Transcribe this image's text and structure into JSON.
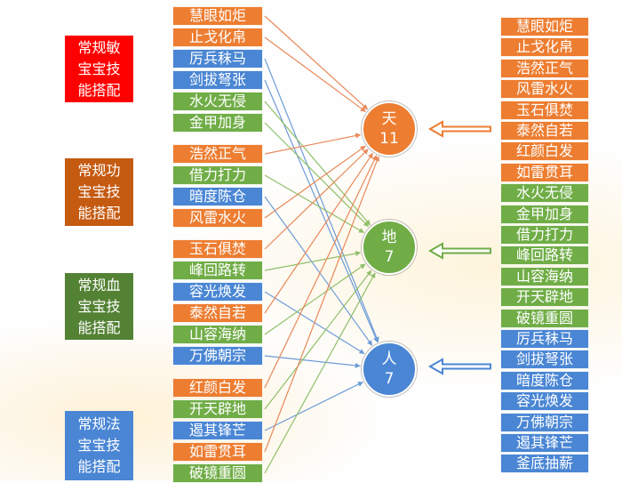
{
  "categories": [
    {
      "label": "常规敏宝宝技能搭配",
      "lines": [
        "常规敏",
        "宝宝技",
        "能搭配"
      ],
      "color": "#ff0000"
    },
    {
      "label": "常规功宝宝技能搭配",
      "lines": [
        "常规功",
        "宝宝技",
        "能搭配"
      ],
      "color": "#c55a11"
    },
    {
      "label": "常规血宝宝技能搭配",
      "lines": [
        "常规血",
        "宝宝技",
        "能搭配"
      ],
      "color": "#548235"
    },
    {
      "label": "常规法宝宝技能搭配",
      "lines": [
        "常规法",
        "宝宝技",
        "能搭配"
      ],
      "color": "#4a86d4"
    }
  ],
  "left_skills": [
    {
      "label": "慧眼如炬",
      "type": "orange",
      "target": "天"
    },
    {
      "label": "止戈化帛",
      "type": "orange",
      "target": "天"
    },
    {
      "label": "厉兵秣马",
      "type": "blue",
      "target": "人"
    },
    {
      "label": "剑拔弩张",
      "type": "blue",
      "target": "人"
    },
    {
      "label": "水火无侵",
      "type": "green",
      "target": "地"
    },
    {
      "label": "金甲加身",
      "type": "green",
      "target": "地"
    },
    {
      "label": "浩然正气",
      "type": "orange",
      "target": "天"
    },
    {
      "label": "借力打力",
      "type": "green",
      "target": "地"
    },
    {
      "label": "暗度陈仓",
      "type": "blue",
      "target": "人"
    },
    {
      "label": "风雷水火",
      "type": "orange",
      "target": "天"
    },
    {
      "label": "玉石俱焚",
      "type": "orange",
      "target": "天"
    },
    {
      "label": "峰回路转",
      "type": "green",
      "target": "地"
    },
    {
      "label": "容光焕发",
      "type": "blue",
      "target": "人"
    },
    {
      "label": "泰然自若",
      "type": "orange",
      "target": "天"
    },
    {
      "label": "山容海纳",
      "type": "green",
      "target": "地"
    },
    {
      "label": "万佛朝宗",
      "type": "blue",
      "target": "人"
    },
    {
      "label": "红颜白发",
      "type": "orange",
      "target": "天"
    },
    {
      "label": "开天辟地",
      "type": "green",
      "target": "地"
    },
    {
      "label": "遏其锋芒",
      "type": "blue",
      "target": "人"
    },
    {
      "label": "如雷贯耳",
      "type": "orange",
      "target": "天"
    },
    {
      "label": "破镜重圆",
      "type": "green",
      "target": "地"
    }
  ],
  "centers": [
    {
      "name": "天",
      "count": "11",
      "type": "orange"
    },
    {
      "name": "地",
      "count": "7",
      "type": "green"
    },
    {
      "name": "人",
      "count": "7",
      "type": "blue"
    }
  ],
  "right_skills": [
    {
      "label": "慧眼如炬",
      "type": "orange"
    },
    {
      "label": "止戈化帛",
      "type": "orange"
    },
    {
      "label": "浩然正气",
      "type": "orange"
    },
    {
      "label": "风雷水火",
      "type": "orange"
    },
    {
      "label": "玉石俱焚",
      "type": "orange"
    },
    {
      "label": "泰然自若",
      "type": "orange"
    },
    {
      "label": "红颜白发",
      "type": "orange"
    },
    {
      "label": "如雷贯耳",
      "type": "orange"
    },
    {
      "label": "水火无侵",
      "type": "green"
    },
    {
      "label": "金甲加身",
      "type": "green"
    },
    {
      "label": "借力打力",
      "type": "green"
    },
    {
      "label": "峰回路转",
      "type": "green"
    },
    {
      "label": "山容海纳",
      "type": "green"
    },
    {
      "label": "开天辟地",
      "type": "green"
    },
    {
      "label": "破镜重圆",
      "type": "green"
    },
    {
      "label": "厉兵秣马",
      "type": "blue"
    },
    {
      "label": "剑拔弩张",
      "type": "blue"
    },
    {
      "label": "暗度陈仓",
      "type": "blue"
    },
    {
      "label": "容光焕发",
      "type": "blue"
    },
    {
      "label": "万佛朝宗",
      "type": "blue"
    },
    {
      "label": "遏其锋芒",
      "type": "blue"
    },
    {
      "label": "釜底抽薪",
      "type": "blue"
    }
  ],
  "colors": {
    "orange": "#ed7d31",
    "green": "#70ad47",
    "blue": "#4a86d4",
    "arrow_orange": "#e8895a",
    "arrow_green": "#8fbf6a",
    "arrow_blue": "#6d9bd8"
  }
}
